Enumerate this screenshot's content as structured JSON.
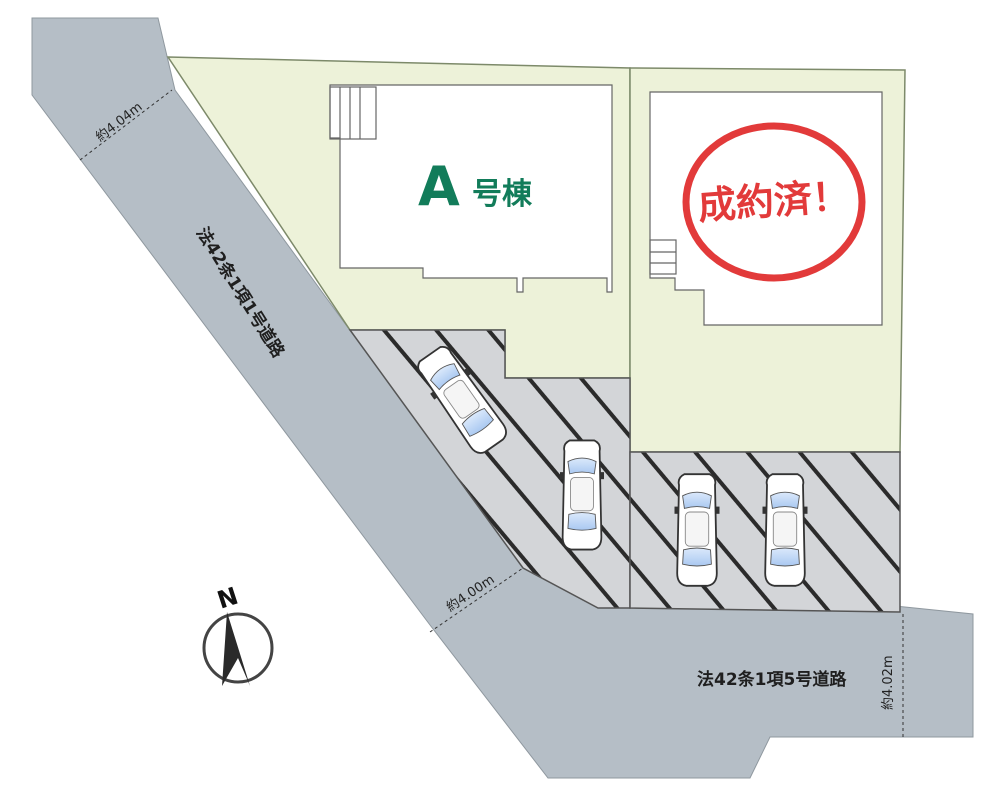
{
  "roads": {
    "west_road_label": "法42条1項1号道路",
    "south_road_label": "法42条1項5号道路"
  },
  "dimensions": {
    "north_width": "約4.04m",
    "middle_width": "約4.00m",
    "east_width": "約4.02m"
  },
  "units": {
    "a_letter": "A",
    "a_suffix": "号棟",
    "b_sold_stamp": "成約済！"
  },
  "compass": {
    "label": "N"
  },
  "colors": {
    "road": "#b5bec6",
    "lot": "#edf2d9",
    "parking": "#d3d5d8",
    "hatch": "#2b2b2b",
    "unit_a": "#127c5a",
    "sold": "#e23a3a"
  }
}
